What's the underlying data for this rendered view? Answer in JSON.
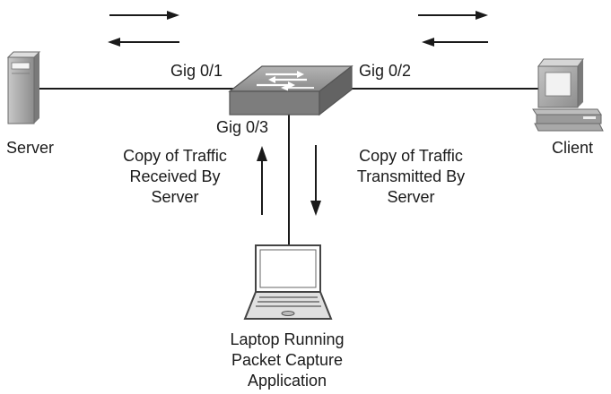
{
  "devices": {
    "server": "Server",
    "client": "Client",
    "laptop": [
      "Laptop Running",
      "Packet Capture",
      "Application"
    ]
  },
  "ports": {
    "gig01": "Gig 0/1",
    "gig02": "Gig 0/2",
    "gig03": "Gig 0/3"
  },
  "annotations": {
    "received": [
      "Copy of Traffic",
      "Received By",
      "Server"
    ],
    "transmitted": [
      "Copy of Traffic",
      "Transmitted By",
      "Server"
    ]
  }
}
